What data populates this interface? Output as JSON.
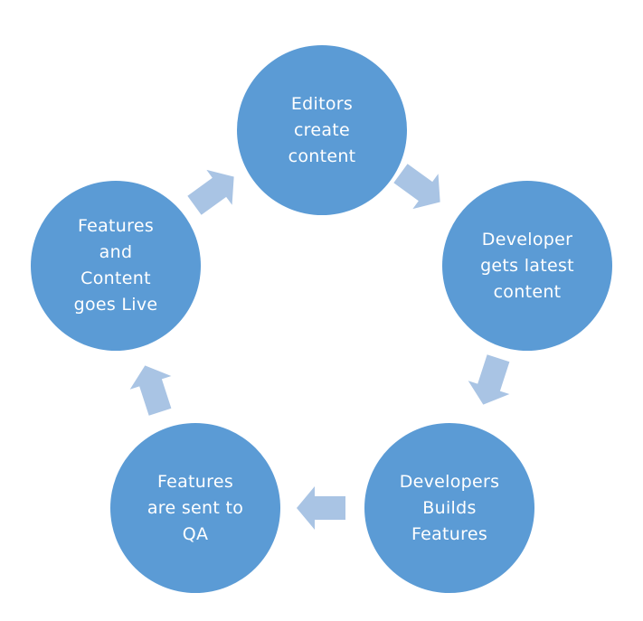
{
  "colors": {
    "node_fill": "#5b9bd5",
    "arrow_fill": "#a9c4e4",
    "text": "#ffffff"
  },
  "nodes": [
    {
      "id": "editors-create-content",
      "label": "Editors\ncreate\ncontent"
    },
    {
      "id": "developer-gets-latest-content",
      "label": "Developer\ngets latest\ncontent"
    },
    {
      "id": "developers-builds-features",
      "label": "Developers\nBuilds\nFeatures"
    },
    {
      "id": "features-sent-to-qa",
      "label": "Features\nare sent to\nQA"
    },
    {
      "id": "features-content-live",
      "label": "Features\nand\nContent\ngoes Live"
    }
  ]
}
